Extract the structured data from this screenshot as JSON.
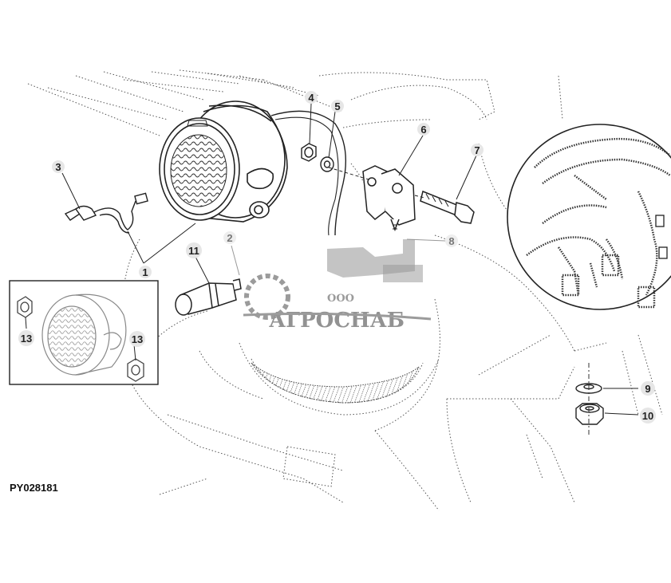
{
  "drawing_code": "PY028181",
  "callouts": {
    "c1": "1",
    "c2": "2",
    "c3": "3",
    "c4": "4",
    "c5": "5",
    "c6": "6",
    "c7": "7",
    "c8": "8",
    "c9": "9",
    "c10": "10",
    "c11": "11",
    "c13a": "13",
    "c13b": "13"
  },
  "watermark": {
    "prefix": "ООО",
    "name": "АГРОСНАБ",
    "color": "#8a8a8a"
  },
  "colors": {
    "line": "#222222",
    "leader_grey": "#888888",
    "callout_bubble": "#e6e6e6"
  }
}
